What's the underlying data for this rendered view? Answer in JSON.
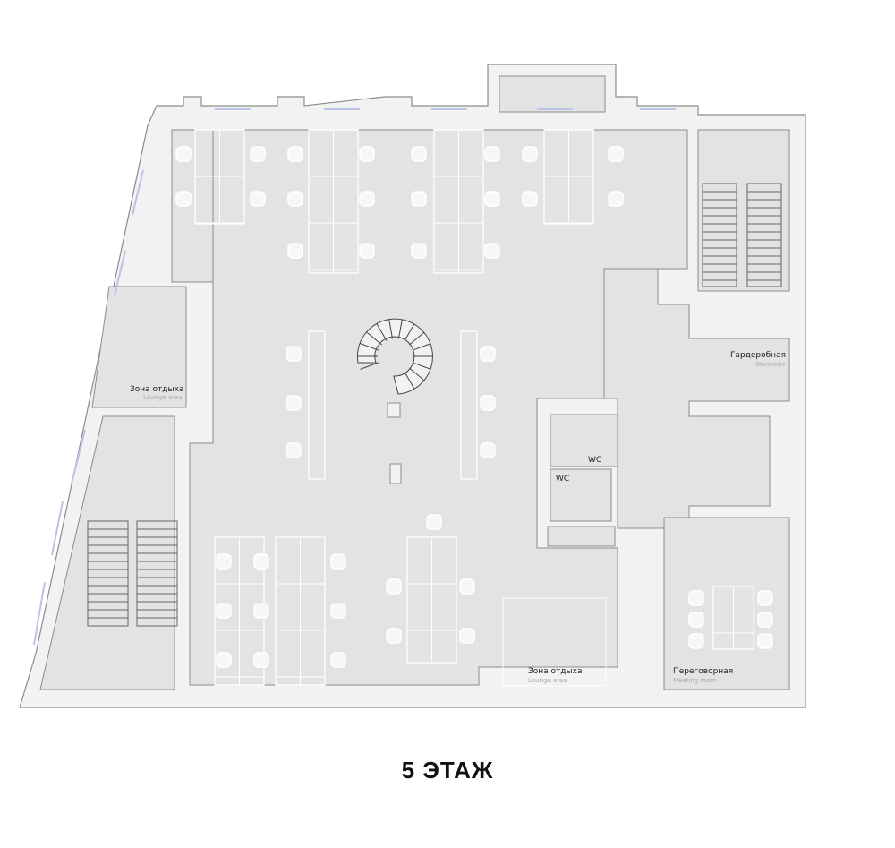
{
  "title": "5 ЭТАЖ",
  "rooms": {
    "wardrobe": {
      "ru": "Гардеробная",
      "en": "Wardrobe"
    },
    "lounge_left": {
      "ru": "Зона отдыха",
      "en": "Lounge area"
    },
    "lounge_bottom": {
      "ru": "Зона отдыха",
      "en": "Lounge area"
    },
    "meeting": {
      "ru": "Переговорная",
      "en": "Meeting room"
    },
    "wc1": "WC",
    "wc2": "WC"
  },
  "colors": {
    "wall": "#f2f2f2",
    "floor": "#e3e3e3",
    "line": "#8c8c8c",
    "window": "#b9c4e6"
  }
}
